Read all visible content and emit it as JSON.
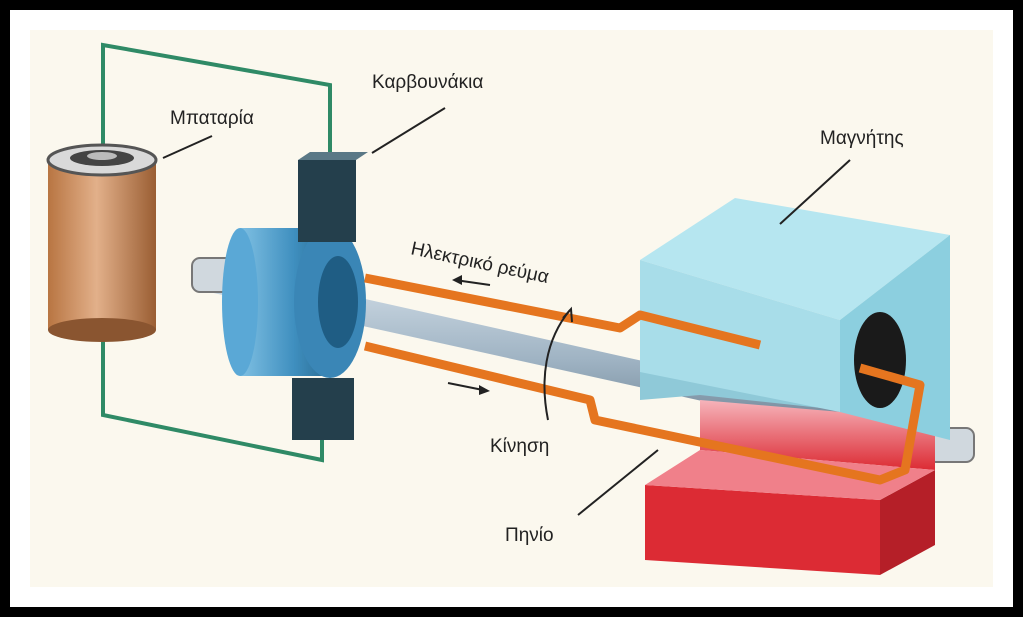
{
  "labels": {
    "battery": "Μπαταρία",
    "brushes": "Καρβουνάκια",
    "magnet": "Μαγνήτης",
    "current": "Ηλεκτρικό ρεύμα",
    "motion": "Κίνηση",
    "coil": "Πηνίο"
  },
  "colors": {
    "background": "#000000",
    "paper": "#fbf8ee",
    "wire": "#2f8a66",
    "magnet": "#a8dde9",
    "base": "#dc2b34",
    "coil": "#e5751f",
    "commutator": "#3f8fbf",
    "shaft": "#9fb3c3",
    "battery": "#c98a52"
  }
}
